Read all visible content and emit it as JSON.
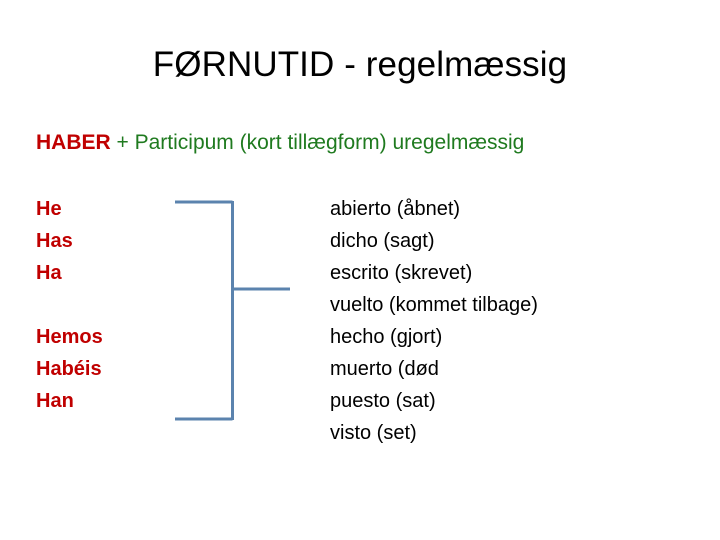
{
  "slide": {
    "title": "FØRNUTID - regelmæssig",
    "background_color": "#FFFFFF",
    "formula": {
      "auxiliary": "HABER",
      "auxiliary_color": "#C00000",
      "rest": " + Participum (kort tillægform) uregelmæssig",
      "rest_color": "#1F7A1F"
    },
    "conjugation_column": {
      "text_color": "#C00000",
      "items": [
        {
          "label": "He"
        },
        {
          "label": "Has"
        },
        {
          "label": "Ha"
        },
        {
          "label": ""
        },
        {
          "label": "Hemos"
        },
        {
          "label": "Habéis"
        },
        {
          "label": "Han"
        }
      ]
    },
    "participle_column": {
      "text_color": "#000000",
      "items": [
        {
          "label": "abierto (åbnet)"
        },
        {
          "label": "dicho (sagt)"
        },
        {
          "label": "escrito (skrevet)"
        },
        {
          "label": "vuelto (kommet tilbage)"
        },
        {
          "label": "hecho (gjort)"
        },
        {
          "label": "muerto (død"
        },
        {
          "label": "puesto (sat)"
        },
        {
          "label": "visto (set)"
        }
      ]
    },
    "bracket": {
      "color": "#5B83AE",
      "stroke_width": 3
    }
  }
}
